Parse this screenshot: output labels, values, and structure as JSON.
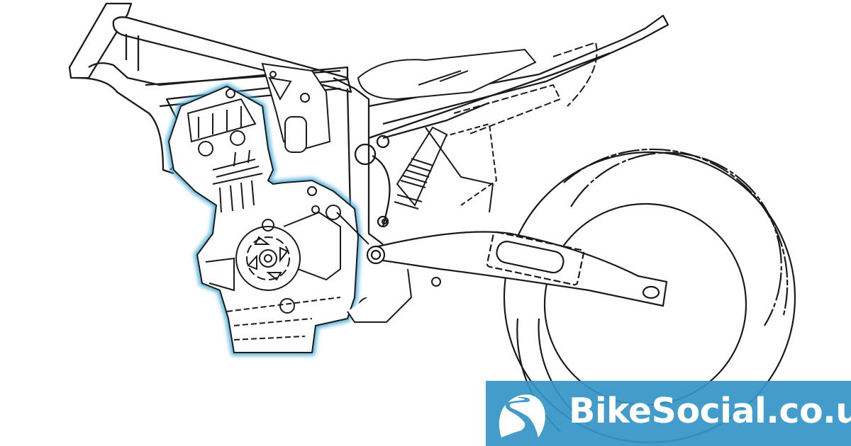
{
  "image": {
    "description": "Patent-style line drawing of a motorcycle frame, swingarm and rear wheel with the engine outlined by a blue glow highlight",
    "highlight_color": "#3fa9d6",
    "line_color": "#1a1a1a",
    "background_color": "#ffffff"
  },
  "labels": {
    "frame": "frame",
    "engine": "engine",
    "swingarm": "swingarm",
    "rear_wheel": "rear-wheel",
    "seat": "seat",
    "subframe": "subframe",
    "shock": "rear-shock"
  },
  "banner": {
    "brand_text": "BikeSocial.co.uk",
    "background_color": "#3694c6",
    "text_color": "#ffffff",
    "logo_icon": "winding-road-logo-icon"
  }
}
